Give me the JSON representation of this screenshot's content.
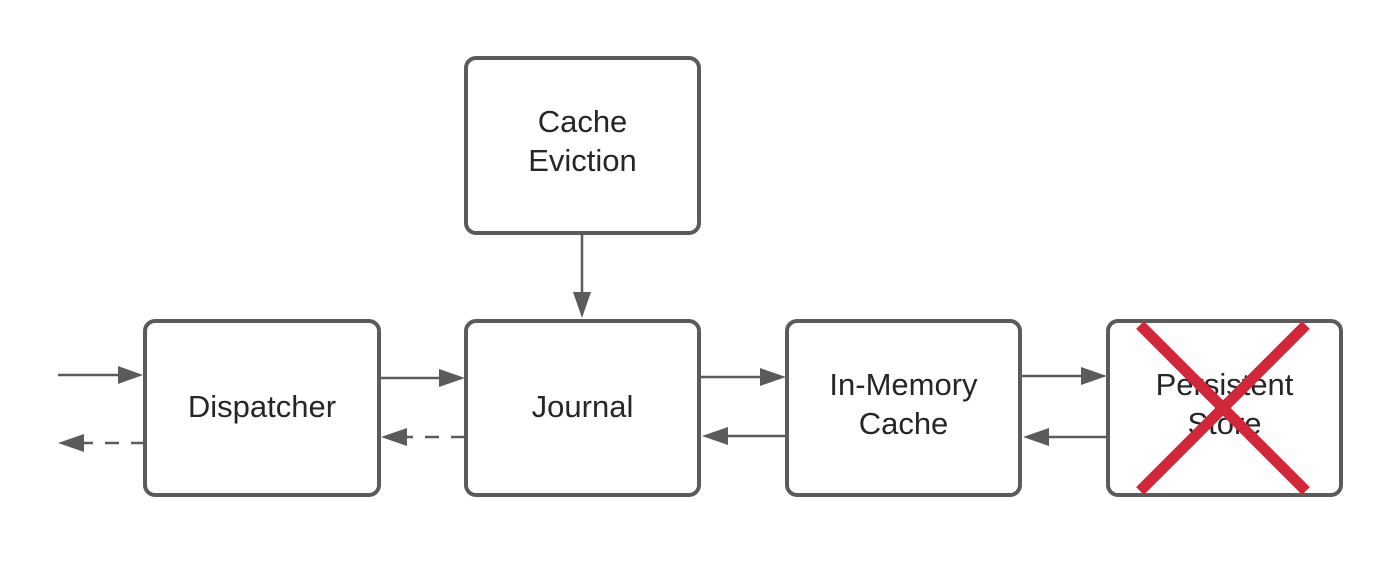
{
  "nodes": [
    {
      "id": "cache-eviction",
      "lines": [
        "Cache",
        "Eviction"
      ]
    },
    {
      "id": "dispatcher",
      "lines": [
        "Dispatcher"
      ]
    },
    {
      "id": "journal",
      "lines": [
        "Journal"
      ]
    },
    {
      "id": "in-memory-cache",
      "lines": [
        "In-Memory",
        "Cache"
      ]
    },
    {
      "id": "persistent-store",
      "lines": [
        "Persistent",
        "Store"
      ],
      "crossed_out": true
    }
  ],
  "edges": [
    {
      "from": "external-input",
      "to": "dispatcher",
      "style": "solid"
    },
    {
      "from": "dispatcher",
      "to": "external-output",
      "style": "dashed"
    },
    {
      "from": "cache-eviction",
      "to": "journal",
      "style": "solid"
    },
    {
      "from": "dispatcher",
      "to": "journal",
      "style": "solid"
    },
    {
      "from": "journal",
      "to": "dispatcher",
      "style": "dashed"
    },
    {
      "from": "journal",
      "to": "in-memory-cache",
      "style": "solid"
    },
    {
      "from": "in-memory-cache",
      "to": "journal",
      "style": "solid"
    },
    {
      "from": "in-memory-cache",
      "to": "persistent-store",
      "style": "solid"
    },
    {
      "from": "persistent-store",
      "to": "in-memory-cache",
      "style": "solid"
    }
  ],
  "colors": {
    "box_stroke": "#5b5b5b",
    "text": "#262626",
    "arrow": "#5b5b5b",
    "cross": "#d0283a",
    "background": "#ffffff"
  }
}
